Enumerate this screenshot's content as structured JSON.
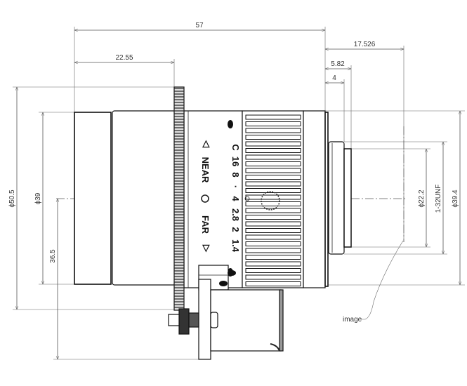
{
  "drawing": {
    "title": "Lens outline drawing",
    "dimensions": {
      "overall_length": "57",
      "front_length": "22.55",
      "flange_back": "17.526",
      "mount_depth": "5.82",
      "mount_step": "4",
      "max_diameter": "ϕ50.5",
      "front_diameter": "ϕ39",
      "gear_to_center": "36.5",
      "rear_inner_diameter": "ϕ22.2",
      "mount_thread": "1-32UNF",
      "rear_diameter": "ϕ39.4"
    },
    "annotations": {
      "image_plane": "image"
    },
    "aperture_scale": [
      "C",
      "16",
      "8",
      "·",
      "4",
      "2.8",
      "2",
      "1.4"
    ],
    "focus_scale": {
      "near": "NEAR",
      "far": "FAR",
      "near_arrow": "◁",
      "far_arrow": "▷"
    }
  }
}
